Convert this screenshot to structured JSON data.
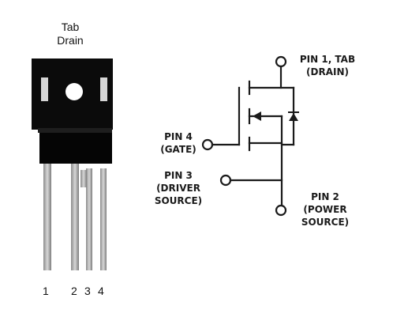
{
  "package": {
    "tab_label_line1": "Tab",
    "tab_label_line2": "Drain",
    "pin_numbers": [
      "1",
      "2",
      "3",
      "4"
    ]
  },
  "schematic": {
    "pin1_line1": "PIN 1, TAB",
    "pin1_line2": "(DRAIN)",
    "pin4_line1": "PIN 4",
    "pin4_line2": "(GATE)",
    "pin3_line1": "PIN 3",
    "pin3_line2": "(DRIVER",
    "pin3_line3": "SOURCE)",
    "pin2_line1": "PIN 2",
    "pin2_line2": "(POWER",
    "pin2_line3": "SOURCE)"
  },
  "colors": {
    "package_body": "#0b0b0b",
    "lead": "#b9b9b9",
    "wire": "#1a1a1a"
  }
}
